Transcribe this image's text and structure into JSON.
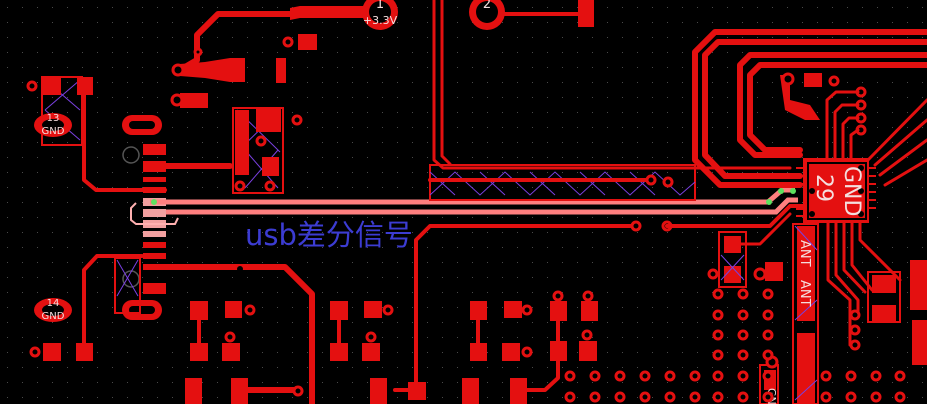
{
  "canvas": {
    "background": "#000000",
    "copper_color": "#e41010",
    "diff_pair_color": "#ff7f7f",
    "annotation_color": "#3c3cd2"
  },
  "labels": {
    "pad1_number": "1",
    "pad1_net": "+3.3V",
    "pad2_number": "2",
    "pad13_number": "13",
    "pad13_net": "GND",
    "pad14_number": "14",
    "pad14_net": "GND",
    "annotation": "usb差分信号",
    "chip_pad_net": "GND",
    "chip_pad_number": "29",
    "ant_label_1": "ANT",
    "ant_label_2": "ANT",
    "bottom_gnd": "GND"
  }
}
